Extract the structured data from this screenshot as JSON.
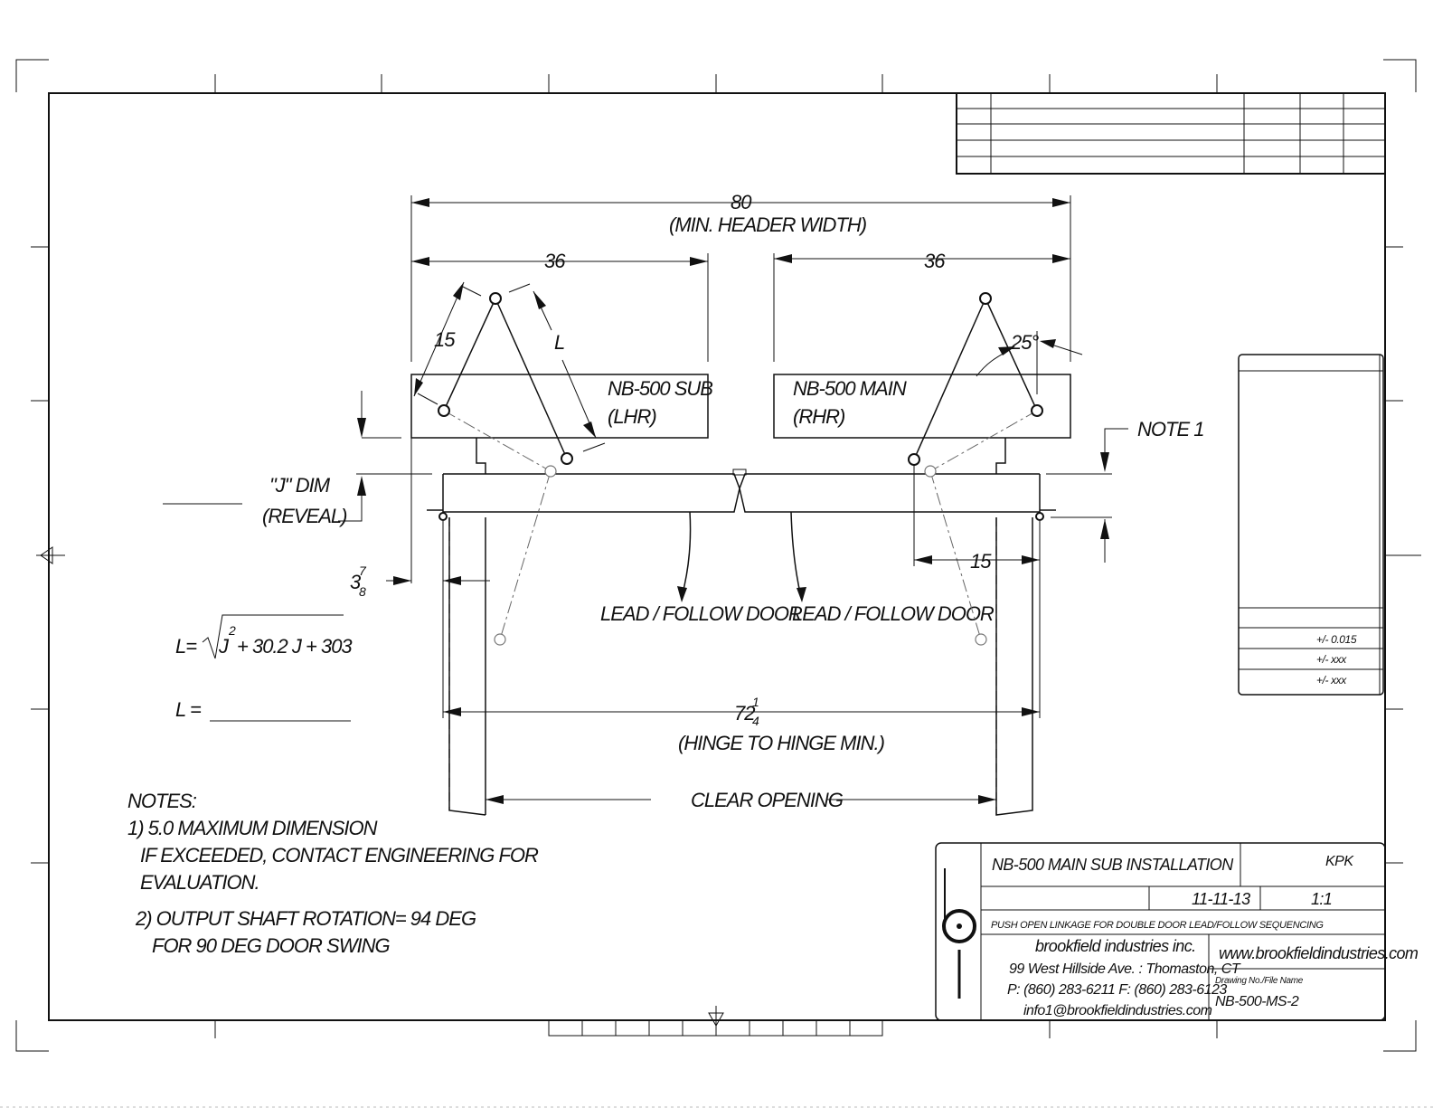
{
  "dimensions": {
    "header_width_value": "80",
    "header_width_note": "(MIN. HEADER WIDTH)",
    "left_span": "36",
    "right_span": "36",
    "arm_length": "15",
    "link_length": "L",
    "angle": "25°",
    "offset_3_whole": "3",
    "offset_3_num": "7",
    "offset_3_den": "8",
    "right_offset": "15",
    "hinge_whole": "72",
    "hinge_num": "1",
    "hinge_den": "4",
    "hinge_note": "(HINGE TO HINGE MIN.)",
    "clear_opening": "CLEAR OPENING"
  },
  "labels": {
    "sub_unit_line1": "NB-500 SUB",
    "sub_unit_line2": "(LHR)",
    "main_unit_line1": "NB-500 MAIN",
    "main_unit_line2": "(RHR)",
    "note_callout": "NOTE 1",
    "j_dim_line1": "\"J\" DIM",
    "j_dim_line2": "(REVEAL)",
    "left_door": "LEAD / FOLLOW DOOR",
    "right_door": "LEAD / FOLLOW DOOR"
  },
  "formula": {
    "lhs": "L=",
    "j": "J",
    "exp": "2",
    "rest": "+ 30.2 J + 303",
    "result_label": "L ="
  },
  "notes": {
    "heading": "NOTES:",
    "n1_line1": "1) 5.0 MAXIMUM DIMENSION",
    "n1_line2": "IF EXCEEDED, CONTACT ENGINEERING FOR",
    "n1_line3": "EVALUATION.",
    "n2_line1": "2) OUTPUT SHAFT ROTATION= 94 DEG",
    "n2_line2": "FOR 90 DEG DOOR SWING"
  },
  "tolerances": [
    "+/- 0.015",
    "+/- xxx",
    "+/- xxx"
  ],
  "title_block": {
    "title": "NB-500 MAIN SUB INSTALLATION",
    "drawn_by": "KPK",
    "date": "11-11-13",
    "scale": "1:1",
    "description": "PUSH OPEN LINKAGE FOR DOUBLE DOOR LEAD/FOLLOW SEQUENCING",
    "company": "brookfield industries inc.",
    "address": "99 West Hillside Ave. : Thomaston, CT",
    "phone": "P: (860) 283-6211  F: (860) 283-6123",
    "email": "info1@brookfieldindustries.com",
    "website": "www.brookfieldindustries.com",
    "file_label": "Drawing No./File Name",
    "file_name": "NB-500-MS-2"
  }
}
